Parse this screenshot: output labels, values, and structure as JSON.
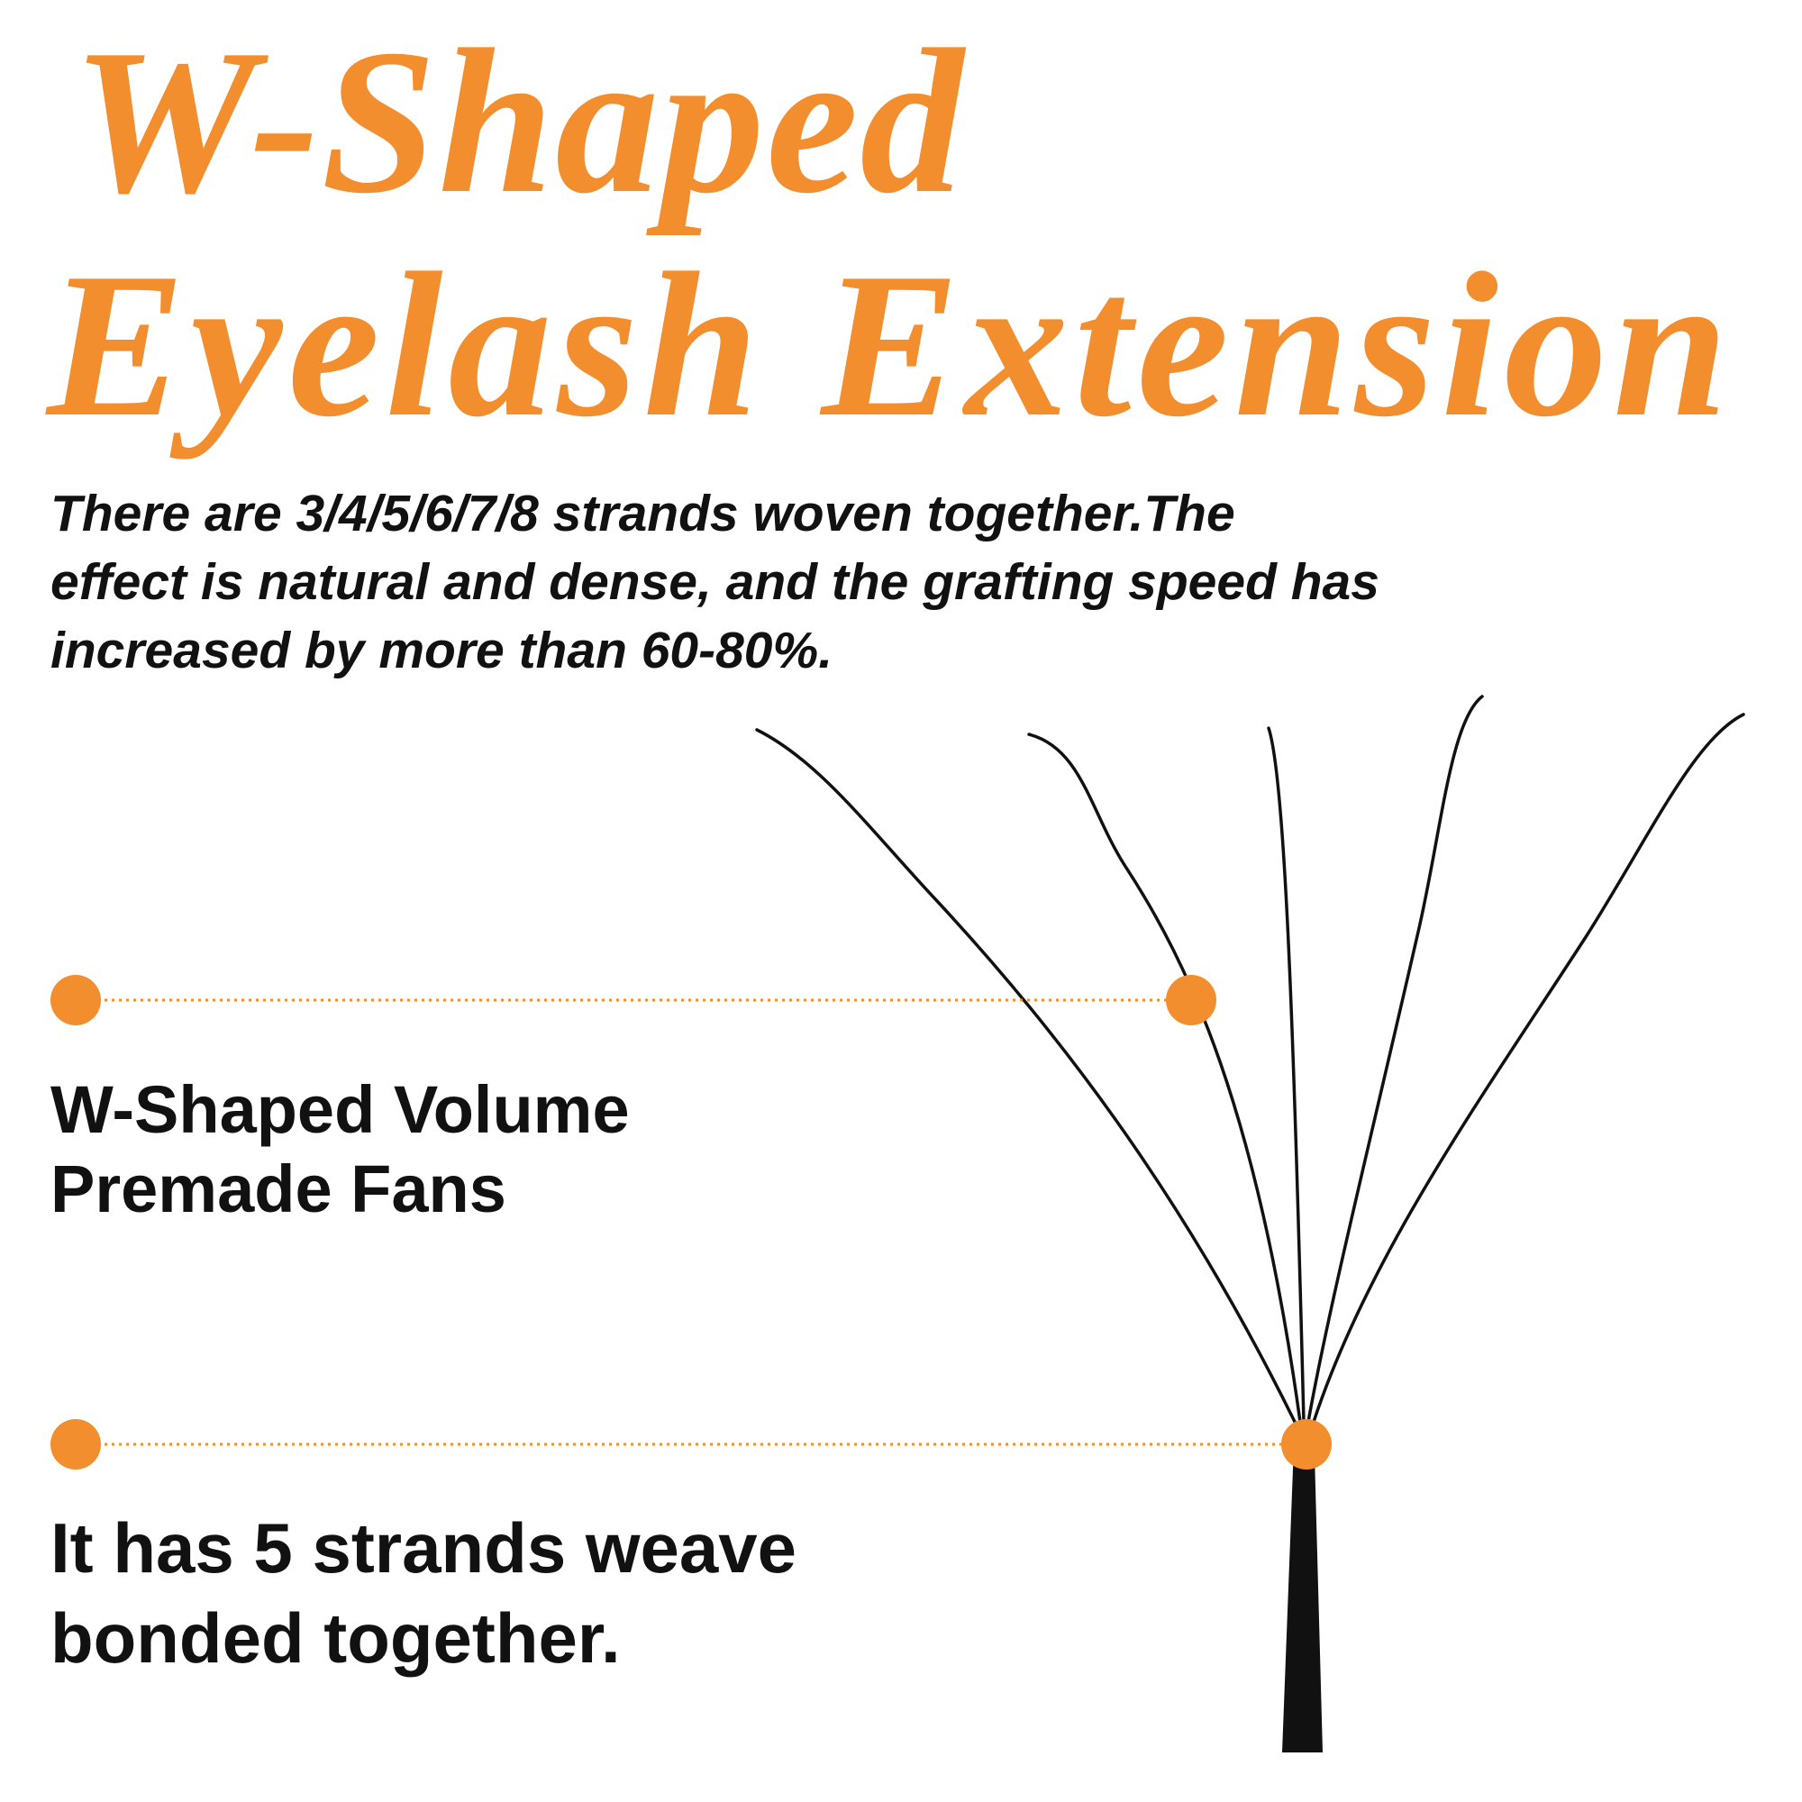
{
  "header": {
    "title_line_1": "W-Shaped",
    "title_line_2": "Eyelash Extension"
  },
  "description": {
    "lines": [
      "There are 3/4/5/6/7/8 strands woven together.The",
      "effect is natural and dense, and the grafting speed has",
      "increased by more than 60-80%."
    ]
  },
  "callouts": [
    {
      "lines": [
        "W-Shaped Volume",
        "Premade Fans"
      ]
    },
    {
      "lines": [
        "It has 5 strands weave",
        "bonded together."
      ]
    }
  ],
  "colors": {
    "accent": "#f28e2e",
    "text": "#111111",
    "lash": "#111111"
  }
}
